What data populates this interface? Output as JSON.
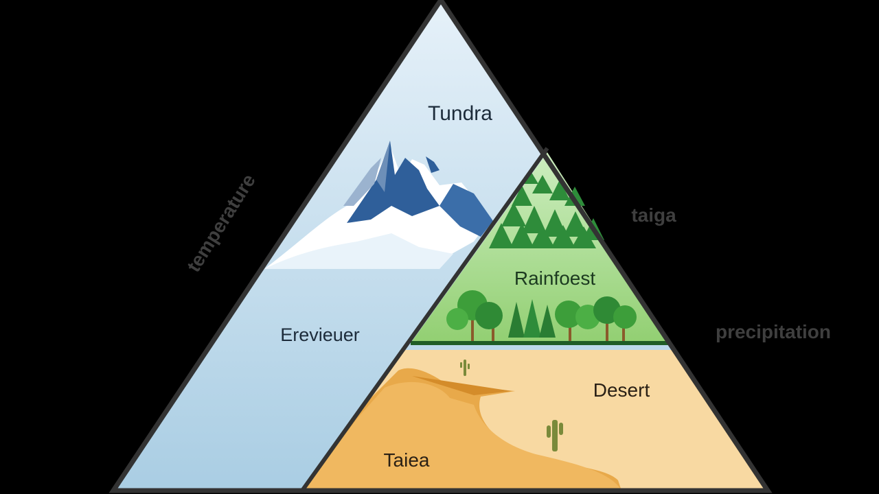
{
  "colors": {
    "background": "#000000",
    "sky_light": "#dcecf6",
    "sky_dark": "#a9cde3",
    "mountain_blue": "#2f5f9a",
    "snow": "#ffffff",
    "forest_light": "#a6da8e",
    "forest_dark": "#2e8c3a",
    "sand_light": "#f6d69c",
    "sand_dark": "#d9972e",
    "outline": "#333333",
    "axis_text": "#4a4a4a"
  },
  "biomes": {
    "tundra": "Tundra",
    "rainforest": "Rainfoest",
    "evergreen": "Erevieuer",
    "desert": "Desert",
    "taiea": "Taiea"
  },
  "axes": {
    "left": "temperature",
    "right_upper": "taiga",
    "right_lower": "precipitation"
  },
  "icons": [
    "mountain-icon",
    "forest-icon",
    "tree-icon",
    "cactus-icon",
    "dune-icon"
  ]
}
